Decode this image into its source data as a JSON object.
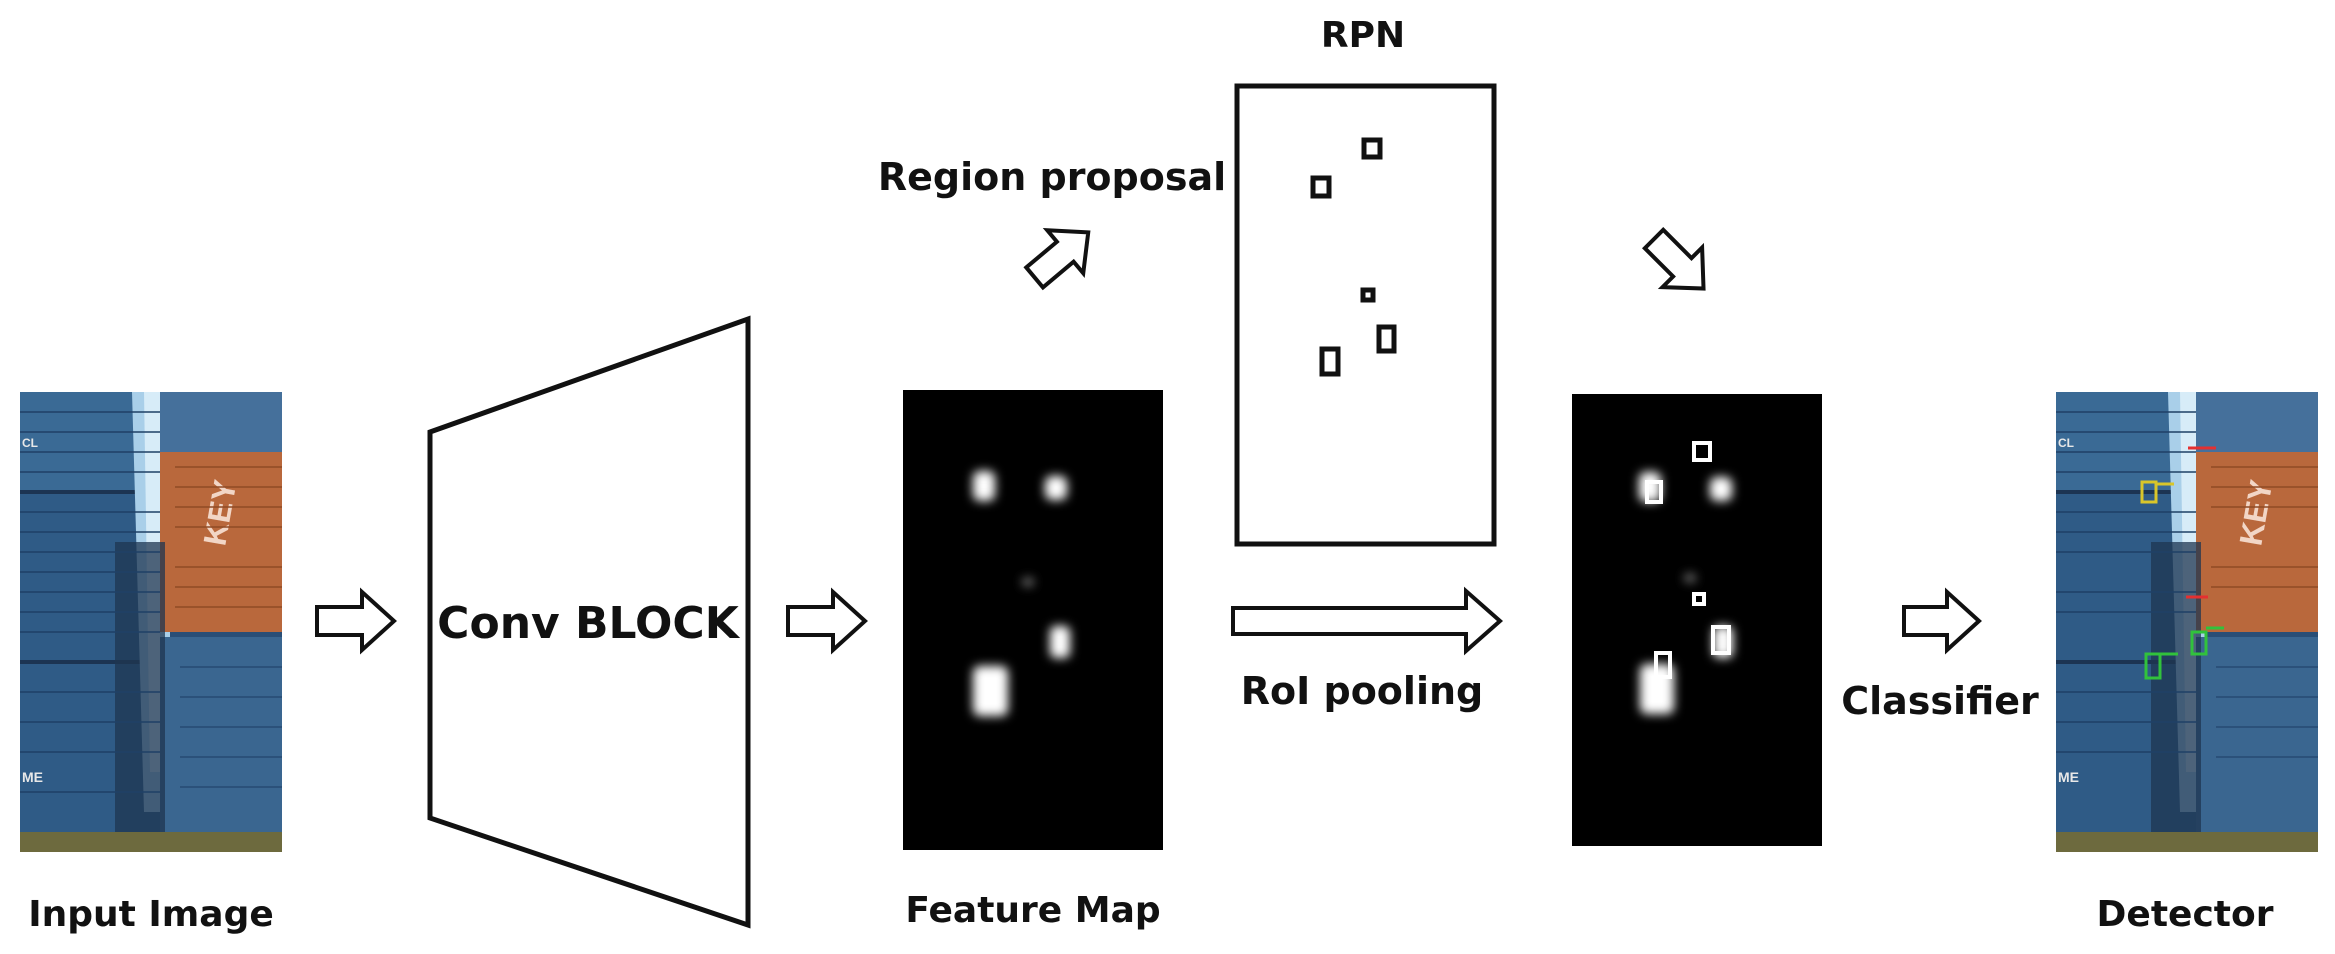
{
  "labels": {
    "input_image": "Input Image",
    "conv_block": "Conv BLOCK",
    "feature_map": "Feature Map",
    "rpn": "RPN",
    "region_proposal": "Region proposal",
    "roi_pooling": "RoI pooling",
    "classifier": "Classifier",
    "detector": "Detector"
  },
  "colors": {
    "outline": "#111111",
    "map_background": "#000000",
    "activation": "#ffffff",
    "container_blue": "#2c5680",
    "container_orange": "#b9683c",
    "sky": "#a9cfe9",
    "detection_yellow": "#d9c62a",
    "detection_green": "#31c23c",
    "detection_red": "#e53030"
  }
}
